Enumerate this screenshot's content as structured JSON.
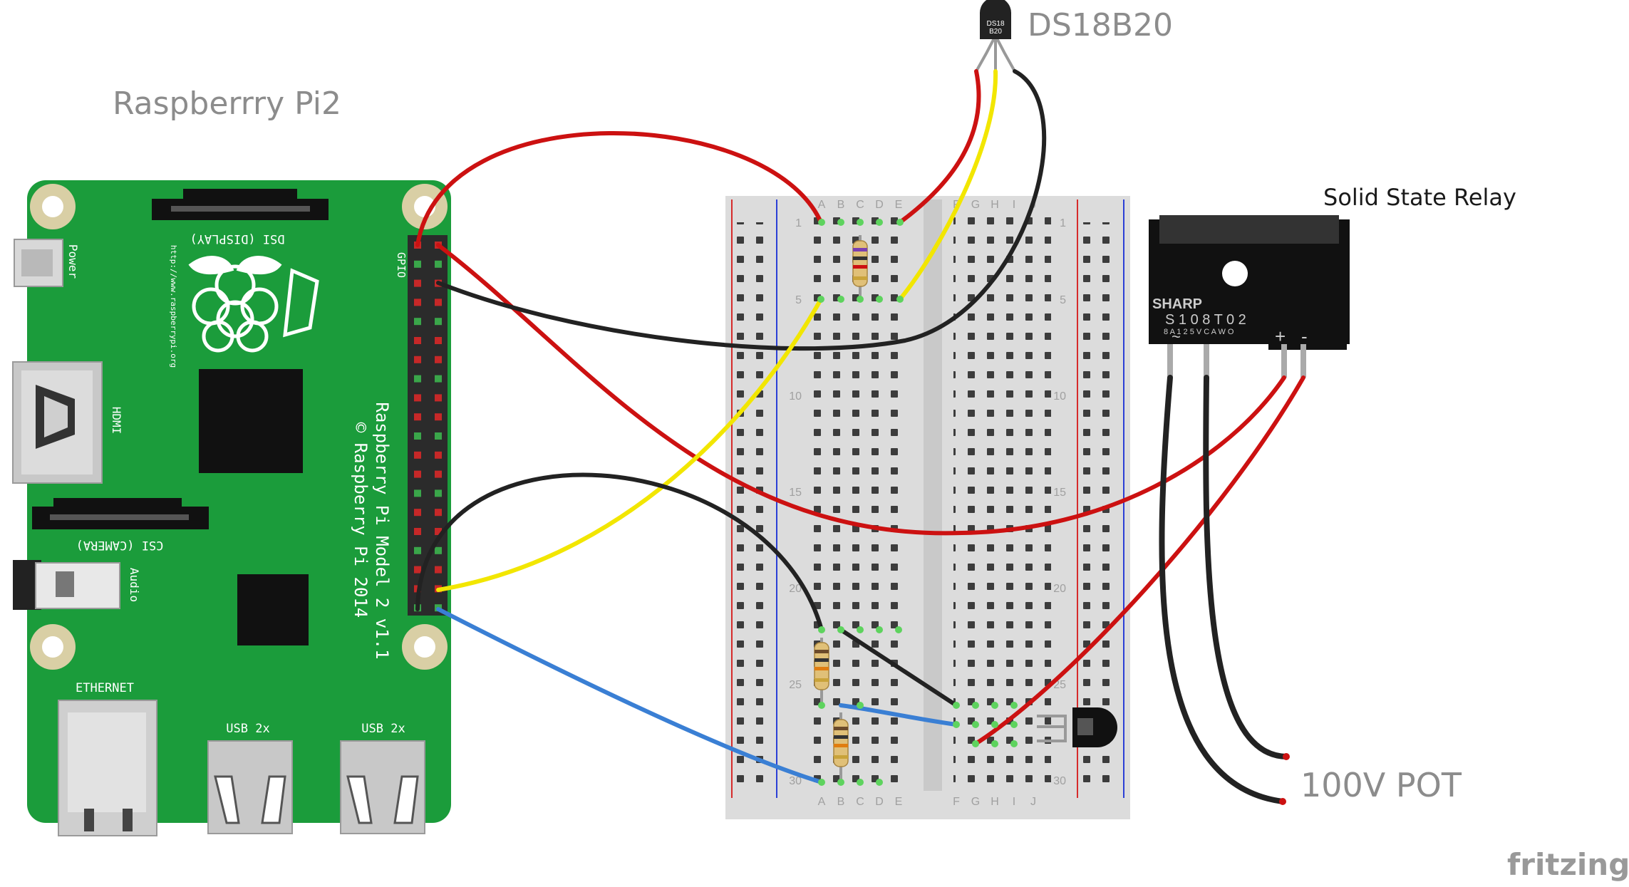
{
  "labels": {
    "rpi_title": "Raspberrry Pi2",
    "sensor_title": "DS18B20",
    "relay_title": "Solid State Relay",
    "pot_title": "100V POT",
    "brand": "fritzing"
  },
  "rpi": {
    "dsi": "DSI (DISPLAY)",
    "csi": "CSI (CAMERA)",
    "hdmi": "HDMI",
    "audio": "Audio",
    "power": "Power",
    "gpio": "GPIO",
    "ethernet": "ETHERNET",
    "usb1": "USB 2x",
    "usb2": "USB 2x",
    "url": "http://www.raspberrypi.org",
    "model_line1": "Raspberry Pi Model 2 v1.1",
    "model_line2": "© Raspberry Pi 2014"
  },
  "sensor_chip": {
    "line1": "DS18",
    "line2": "B20"
  },
  "relay": {
    "brand": "SHARP",
    "part": "S 1 0 8 T 0 2",
    "rating": "8 A 1 2 5 V C A   W O",
    "plus": "+",
    "minus": "-",
    "tilde": "~"
  },
  "breadboard": {
    "cols_left": [
      "A",
      "B",
      "C",
      "D",
      "E"
    ],
    "cols_right": [
      "F",
      "G",
      "H",
      "I",
      "J"
    ],
    "row_numbers": [
      "1",
      "5",
      "10",
      "15",
      "20",
      "25",
      "30"
    ]
  },
  "colors": {
    "pcb": "#1b9c3b",
    "wire_red": "#cc1111",
    "wire_black": "#222222",
    "wire_yellow": "#f2e600",
    "wire_blue": "#3a7fd4",
    "rail_red": "#d62b2b",
    "rail_blue": "#2b3fd6"
  }
}
